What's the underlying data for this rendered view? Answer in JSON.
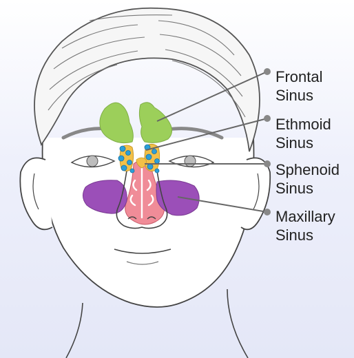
{
  "labels": {
    "frontal": {
      "line1": "Frontal",
      "line2": "Sinus"
    },
    "ethmoid": {
      "line1": "Ethmoid",
      "line2": "Sinus"
    },
    "sphenoid": {
      "line1": "Sphenoid",
      "line2": "Sinus"
    },
    "maxillary": {
      "line1": "Maxillary",
      "line2": "Sinus"
    }
  },
  "colors": {
    "frontal": "#9ccf5a",
    "ethmoid": "#f2c048",
    "ethmoid_cells": "#2b9fd8",
    "maxillary": "#9b4fb8",
    "nasal": "#e86a7a",
    "outline": "#444444",
    "hair": "#f4f4f4",
    "leader": "#666666"
  }
}
